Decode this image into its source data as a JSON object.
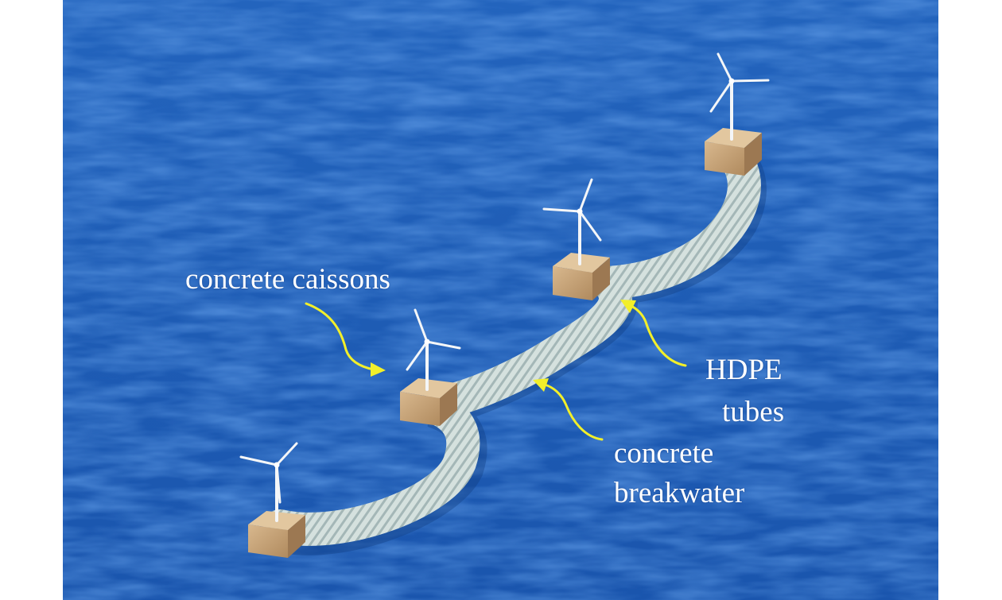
{
  "figure": {
    "labels": {
      "caissons": "concrete caissons",
      "hdpe_line1": "HDPE",
      "hdpe_line2": "tubes",
      "breakwater_line1": "concrete",
      "breakwater_line2": "breakwater"
    },
    "colors": {
      "sea": "#1f5fb8",
      "sea_dark": "#13459a",
      "caisson": "#c8a77e",
      "tube": "#c9d6d2",
      "arrow": "#f2ef2a",
      "text": "#ffffff"
    }
  }
}
